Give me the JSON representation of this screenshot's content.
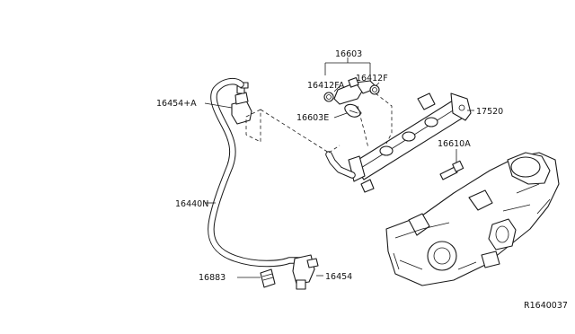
{
  "diagram": {
    "labels": {
      "p16603": "16603",
      "p16412FA": "16412FA",
      "p16412F": "16412F",
      "p16454A": "16454+A",
      "p16603E": "16603E",
      "p17520": "17520",
      "p16610A": "16610A",
      "p16440N": "16440N",
      "p16883": "16883",
      "p16454": "16454"
    },
    "reference_code": "R1640037"
  }
}
